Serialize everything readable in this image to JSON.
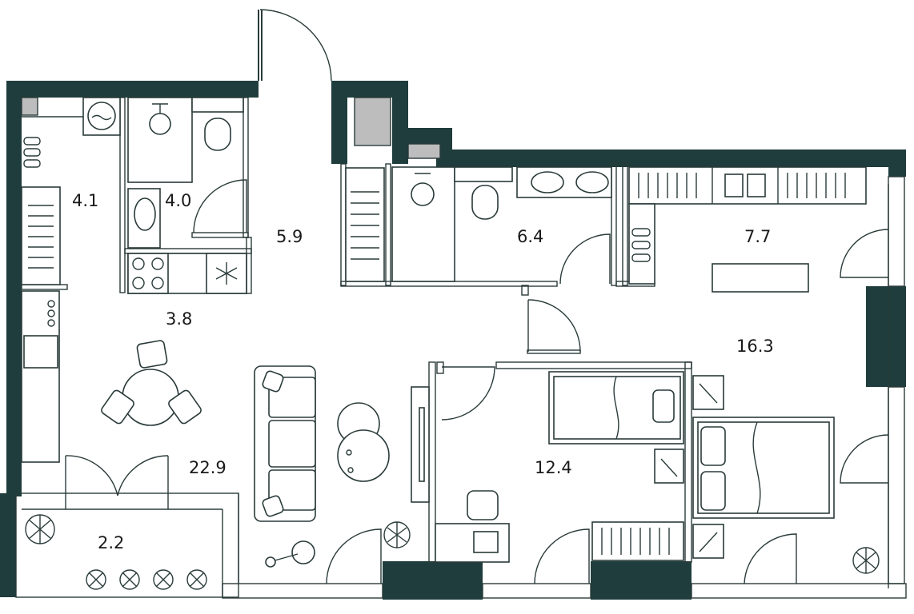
{
  "colors": {
    "wall": "#1f3d3c",
    "line": "#2a3b3a",
    "shaft": "#bdbdbd",
    "background": "#ffffff"
  },
  "rooms": [
    {
      "id": "laundry",
      "label": "4.1"
    },
    {
      "id": "bathroom-1",
      "label": "4.0"
    },
    {
      "id": "hall",
      "label": "5.9"
    },
    {
      "id": "bathroom-2",
      "label": "6.4"
    },
    {
      "id": "wardrobe",
      "label": "7.7"
    },
    {
      "id": "kitchen",
      "label": "3.8"
    },
    {
      "id": "bedroom-2",
      "label": "16.3"
    },
    {
      "id": "living",
      "label": "22.9"
    },
    {
      "id": "bedroom-1",
      "label": "12.4"
    },
    {
      "id": "balcony",
      "label": "2.2"
    }
  ],
  "icons": {
    "washer": "washing-machine-icon",
    "shower": "shower-icon",
    "toilet": "toilet-icon",
    "sink": "sink-icon",
    "stove": "stove-icon",
    "fridge": "snowflake-icon",
    "plant": "plant-icon",
    "table": "dining-table-icon",
    "sofa": "sofa-icon",
    "bed": "bed-icon"
  }
}
